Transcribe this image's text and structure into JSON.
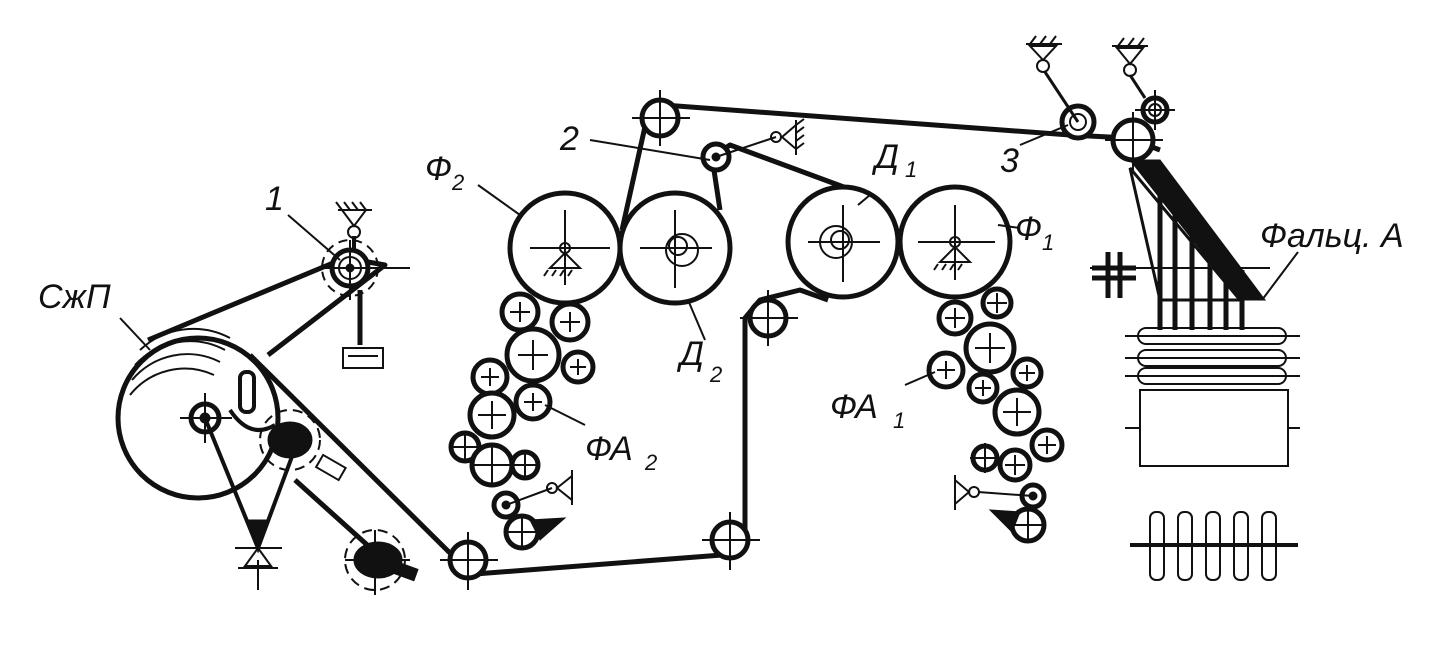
{
  "labels": {
    "szhp": "СжП",
    "one": "1",
    "two": "2",
    "three": "3",
    "f2": {
      "main": "Ф",
      "sub": "2"
    },
    "f1": {
      "main": "Ф",
      "sub": "1"
    },
    "d1": {
      "main": "Д",
      "sub": "1"
    },
    "d2": {
      "main": "Д",
      "sub": "2"
    },
    "fa1": {
      "main": "ФА",
      "sub": "1"
    },
    "fa2": {
      "main": "ФА",
      "sub": "2"
    },
    "fold": "Фальц. А"
  }
}
